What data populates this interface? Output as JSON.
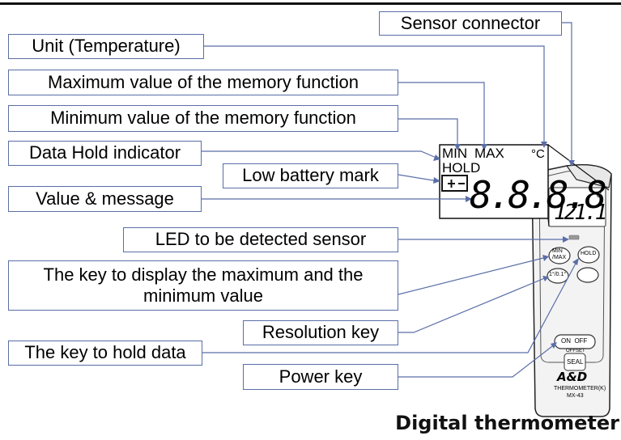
{
  "labels": {
    "sensor_connector": "Sensor connector",
    "unit_temperature": "Unit (Temperature)",
    "max_memory": "Maximum value of the memory function",
    "min_memory": "Minimum value of the memory function",
    "data_hold": "Data Hold indicator",
    "low_battery": "Low battery mark",
    "value_message": "Value & message",
    "led_sensor": "LED to be detected sensor",
    "minmax_key": "The key to display the maximum and the minimum value",
    "resolution_key": "Resolution key",
    "hold_key": "The key to hold data",
    "power_key": "Power key"
  },
  "lcd": {
    "min": "MIN",
    "max": "MAX",
    "unit": "°C",
    "hold": "HOLD",
    "digits": "8.8.8.8"
  },
  "device": {
    "side_unit": "°C",
    "side_value": "121.1",
    "key_minmax_1": "MIN",
    "key_minmax_2": "/MAX",
    "key_hold": "HOLD",
    "key_resolution": "1°/0.1°",
    "key_power": "ON  OFF",
    "offset": "OFFSET",
    "seal": "SEAL",
    "brand": "A&D",
    "model_1": "THERMOMETER(K)",
    "model_2": "MX-43"
  },
  "caption": "Digital thermometer",
  "colors": {
    "line": "#5a6ea8",
    "body": "#f4f4f4",
    "lcd": "#ffffff"
  }
}
